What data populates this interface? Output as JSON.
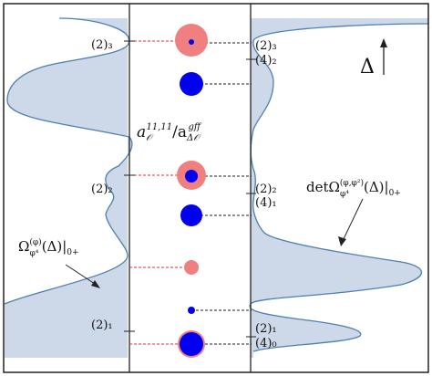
{
  "colors": {
    "fill": "#cdd8e8",
    "curve": "#4f7fb0",
    "pink": "#f08080",
    "blue": "#0000ee",
    "red_dash": "#e03030",
    "black_dash": "#222222"
  },
  "left_labels": {
    "l23": "(2)₃",
    "l22": "(2)₂",
    "l21": "(2)₁"
  },
  "right_labels": {
    "r23": "(2)₃",
    "r42": "(4)₂",
    "r22": "(2)₂",
    "r41": "(4)₁",
    "r21": "(2)₁",
    "r40": "(4)₀"
  },
  "axis_label": "Δ",
  "center_label": "a_O^{11,11} / a_{Δ_O}^{gff}",
  "left_curve_label": "Ω_{φ⁴}^{(φ)}(Δ)|₀₊",
  "right_curve_label": "detΩ_{φ⁴}^{(φ,φ²)}(Δ)|₀₊"
}
